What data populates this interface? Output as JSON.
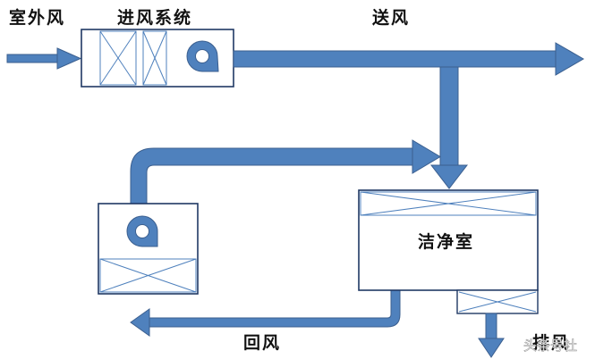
{
  "labels": {
    "outdoor_air": "室外风",
    "intake_system": "进风系统",
    "supply_air": "送风",
    "clean_room": "洁净室",
    "return_air": "回风",
    "exhaust_air": "排风"
  },
  "watermark": "头条号社",
  "colors": {
    "duct_fill": "#4f81bd",
    "duct_stroke": "#3b5f8f",
    "box_stroke": "#1f3864",
    "filter_line": "#4f81bd"
  }
}
